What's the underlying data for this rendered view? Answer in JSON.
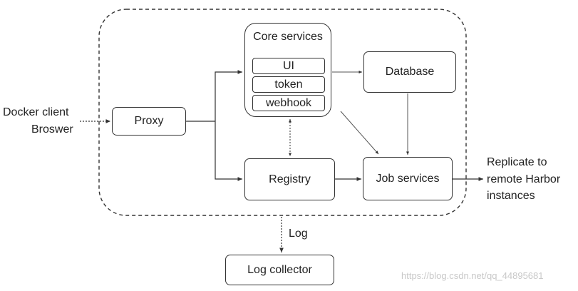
{
  "client": {
    "line1": "Docker client",
    "line2": "Broswer"
  },
  "nodes": {
    "proxy": "Proxy",
    "core_services": "Core services",
    "ui": "UI",
    "token": "token",
    "webhook": "webhook",
    "database": "Database",
    "registry": "Registry",
    "job_services": "Job services",
    "log_collector": "Log collector"
  },
  "edge_labels": {
    "log": "Log"
  },
  "replicate": {
    "line1": "Replicate to",
    "line2": "remote Harbor",
    "line3": "instances"
  },
  "watermark": "https://blog.csdn.net/qq_44895681"
}
